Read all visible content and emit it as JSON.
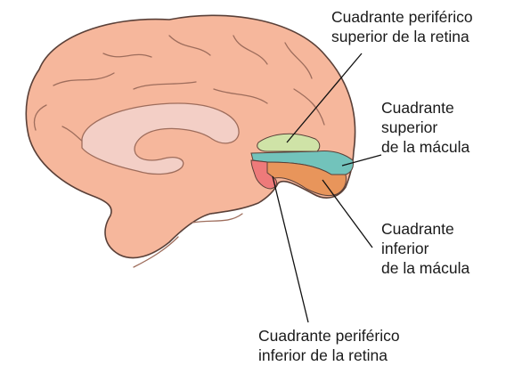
{
  "colors": {
    "brain_fill": "#f6b79c",
    "brain_stroke": "#5a4038",
    "sulcus": "#9e6d5c",
    "corpus_callosum": "#f3cfc6",
    "upper_peripheral": "#cfe3a7",
    "upper_macula": "#72c3bb",
    "lower_macula": "#e8955b",
    "lower_peripheral": "#ee7a7a",
    "leader_line": "#111111"
  },
  "labels": {
    "upper_peripheral": [
      "Cuadrante periférico",
      "superior de la retina"
    ],
    "upper_macula": [
      "Cuadrante",
      "superior",
      "de la mácula"
    ],
    "lower_macula": [
      "Cuadrante",
      "inferior",
      "de la mácula"
    ],
    "lower_peripheral": [
      "Cuadrante periférico",
      "inferior de la retina"
    ]
  }
}
